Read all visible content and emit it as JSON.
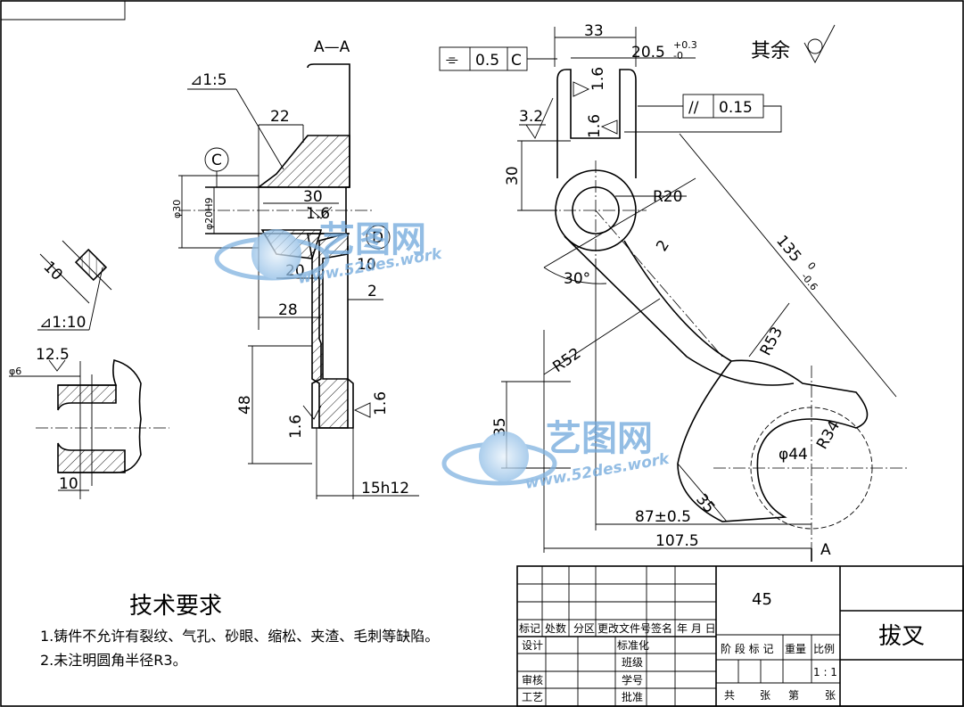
{
  "section_label": "A—A",
  "surface_note": "其余",
  "view_a_label": "A",
  "dims": {
    "d33": "33",
    "d20_5": "20.5",
    "d20_5_tol_up": "+0.3",
    "d20_5_tol_lo": "-0",
    "d1_6a": "1.6",
    "d1_6b": "1.6",
    "d1_6c": "1.6",
    "d1_6d": "1.6",
    "d1_6e": "1.6",
    "d3_2": "3.2",
    "d30v": "30",
    "r20": "R20",
    "d2a": "2",
    "ang30": "30°",
    "d135": "135",
    "d135_tol": "-0.6",
    "d135_tol0": "0",
    "r53": "R53",
    "r52": "R52",
    "d35v": "35",
    "d35d": "35",
    "dia44": "φ44",
    "r34": "R34",
    "d87": "87±0.5",
    "d107": "107.5",
    "taper15": "⊿1:5",
    "d22": "22",
    "d30h": "30",
    "phi30": "φ30",
    "phi20": "φ20H9",
    "d20": "20",
    "d28": "28",
    "d10a": "10",
    "d2b": "2",
    "d48": "48",
    "d15h12": "15h12",
    "d10b": "10",
    "taper110": "⊿1:10",
    "d12_5": "12.5",
    "phi6": "φ6",
    "d10c": "10"
  },
  "datums": {
    "c": "C",
    "d": "D"
  },
  "tolerance_frames": {
    "flatness": {
      "symbol": "⌯",
      "value": "0.5",
      "datum": "C"
    },
    "parallel": {
      "symbol": "//",
      "value": "0.15"
    }
  },
  "requirements": {
    "title": "技术要求",
    "items": [
      "1.铸件不允许有裂纹、气孔、砂眼、缩松、夹渣、毛刺等缺陷。",
      "2.未注明圆角半径R3。"
    ]
  },
  "title_block": {
    "material": "45",
    "part_name": "拔叉",
    "h_biaoji": "标记",
    "h_chushu": "处数",
    "h_fenqu": "分区",
    "h_gengai": "更改文件号",
    "h_qianming": "签名",
    "h_date": "年 月 日",
    "design": "设计",
    "standard": "标准化",
    "stage": "阶 段 标 记",
    "weight": "重量",
    "ratio": "比例",
    "class": "班级",
    "review": "审核",
    "student_no": "学号",
    "process": "工艺",
    "approve": "批准",
    "scale": "1 : 1",
    "total": "共",
    "sheet1": "张",
    "page": "第",
    "sheet2": "张"
  },
  "watermark": {
    "brand": "艺图网",
    "url": "www.52des.work"
  }
}
